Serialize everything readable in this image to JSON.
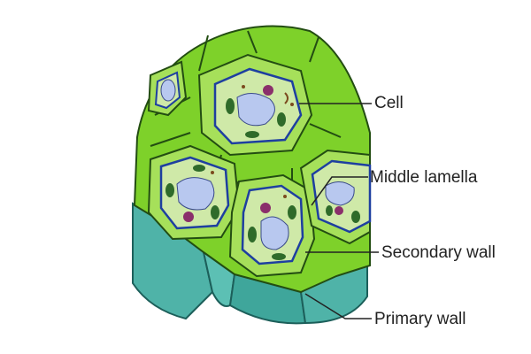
{
  "labels": {
    "cell": "Cell",
    "middle_lamella": "Middle lamella",
    "secondary_wall": "Secondary wall",
    "primary_wall": "Primary wall"
  },
  "colors": {
    "background": "#ffffff",
    "cell_wall_green": "#7ed12a",
    "wall_light_green": "#a6e05a",
    "cell_interior": "#cfe9a8",
    "teal_tissue": "#4fb3a8",
    "nucleus": "#c9d3f2",
    "chloroplast": "#2f6b2a",
    "vacuole_blue": "#b8c8ef",
    "leader_line": "#222222"
  }
}
